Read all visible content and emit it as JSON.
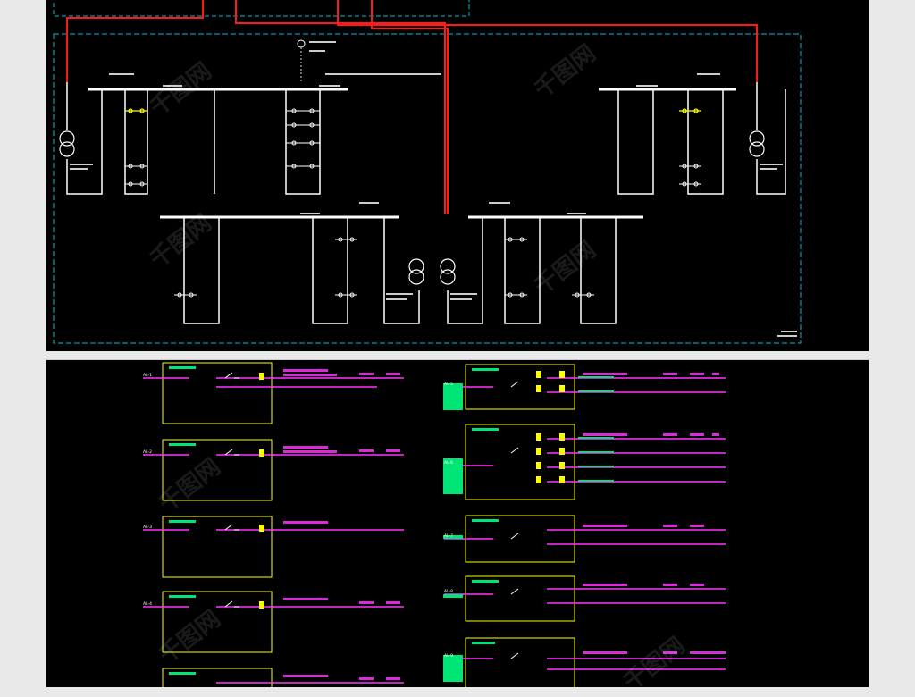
{
  "diagram": {
    "top_panel": {
      "sheet_label": "",
      "note_text": ""
    },
    "bottom_panel": {
      "left_feeder_ids": [
        "AL-1",
        "AL-2",
        "AL-3",
        "AL-4"
      ],
      "right_feeder_ids": [
        "AL-5",
        "AL-6",
        "AL-7",
        "AL-8",
        "AL-9"
      ]
    }
  },
  "watermark": {
    "text": "千图网"
  },
  "colors": {
    "background": "#000000",
    "wire_red": "#ff1a1a",
    "frame_cyan": "#00bcd4",
    "busbar_white": "#ffffff",
    "box_yellow": "#ffff00",
    "circuit_magenta": "#ff33ff",
    "label_green": "#00e676"
  }
}
